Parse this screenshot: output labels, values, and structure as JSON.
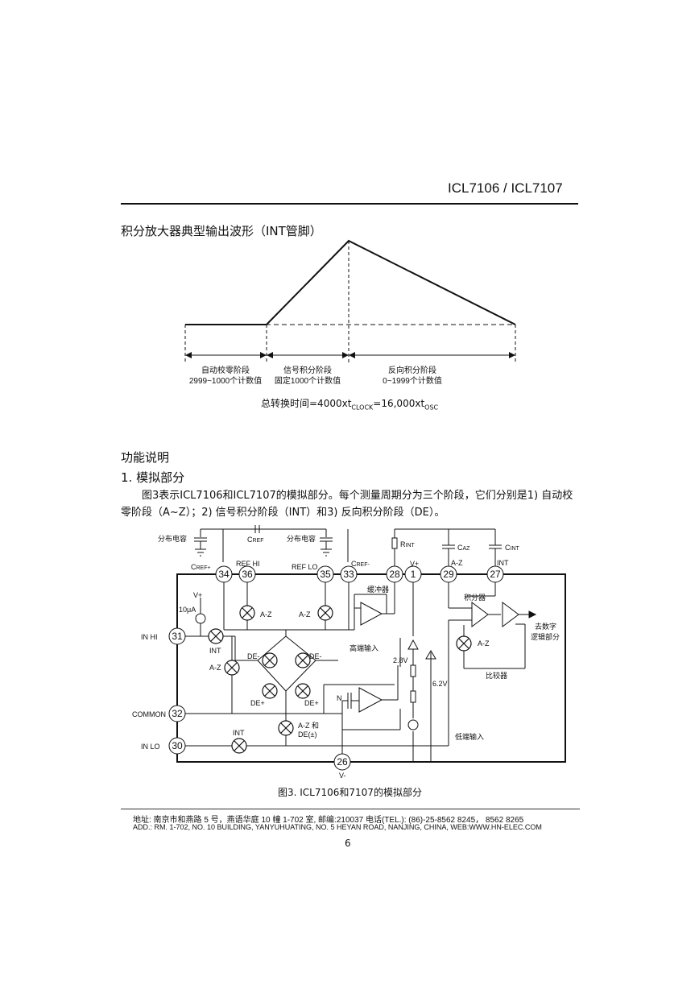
{
  "header": {
    "title": "ICL7106  /  ICL7107"
  },
  "waveform": {
    "heading": "积分放大器典型输出波形（INT管脚）",
    "phases": [
      {
        "name": "自动校零阶段",
        "count": "2999~1000个计数值"
      },
      {
        "name": "信号积分阶段",
        "count": "固定1000个计数值"
      },
      {
        "name": "反向积分阶段",
        "count": "0~1999个计数值"
      }
    ],
    "total": {
      "prefix": "总转换时间=4000xt",
      "sub1": "CLOCK",
      "mid": "=16,000xt",
      "sub2": "OSC"
    }
  },
  "section": {
    "heading": "功能说明",
    "subheading": "1. 模拟部分",
    "para_line1": "图3表示ICL7106和ICL7107的模拟部分。每个测量周期分为三个阶段，它们分别是1) 自动校",
    "para_line2": "零阶段（A~Z）；2) 信号积分阶段（INT）和3) 反向积分阶段（DE）。"
  },
  "circuit": {
    "labels": {
      "dist_cap": "分布电容",
      "cref": "C",
      "cref_sub": "REF",
      "crefp": "C",
      "crefp_sub": "REF+",
      "crefm": "C",
      "crefm_sub": "REF-",
      "ref_hi": "REF HI",
      "ref_lo": "REF LO",
      "rint": "R",
      "rint_sub": "INT",
      "vplus": "V+",
      "caz": "C",
      "caz_sub": "AZ",
      "cint": "C",
      "cint_sub": "INT",
      "az": "A-Z",
      "int": "INT",
      "buffer": "缓冲器",
      "integrator": "积分器",
      "to_logic_1": "去数字",
      "to_logic_2": "逻辑部分",
      "comparator": "比较器",
      "hi_input": "高端输入",
      "lo_input": "低端输入",
      "de_minus": "DE-",
      "de_plus": "DE+",
      "az_and": "A-Z 和",
      "de_pm": "DE(±)",
      "v28": "2.8V",
      "v62": "6.2V",
      "ua10": "10μA",
      "n": "N",
      "in_hi": "IN HI",
      "common": "COMMON",
      "in_lo": "IN LO",
      "vminus": "V-"
    },
    "pins": [
      "34",
      "36",
      "35",
      "33",
      "28",
      "1",
      "29",
      "27",
      "31",
      "32",
      "30",
      "26"
    ],
    "caption": "图3. ICL7106和7107的模拟部分"
  },
  "footer": {
    "line1": "地址: 南京市和燕路 5 号，燕语华庭 10 幢 1-702 室, 邮编:210037  电话(TEL.): (86)-25-8562 8245，  8562 8265",
    "line2": "ADD.: RM. 1-702, NO. 10 BUILDING, YANYUHUATING, NO. 5 HEYAN ROAD, NANJING, CHINA,   WEB:WWW.HN-ELEC.COM",
    "page": "6"
  }
}
